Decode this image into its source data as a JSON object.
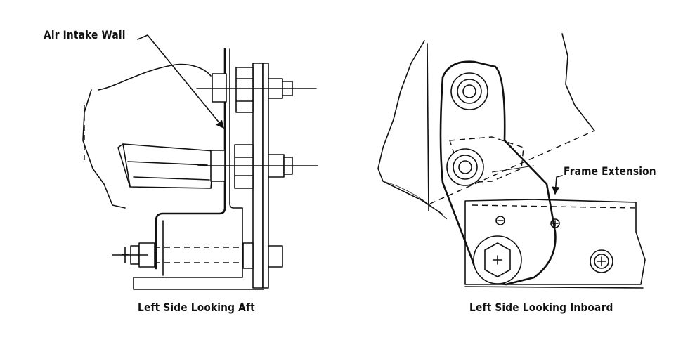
{
  "labels": {
    "air_intake_wall": "Air Intake Wall",
    "frame_extension": "Frame Extension"
  },
  "captions": {
    "left_view": "Left Side Looking Aft",
    "right_view": "Left Side Looking Inboard"
  }
}
